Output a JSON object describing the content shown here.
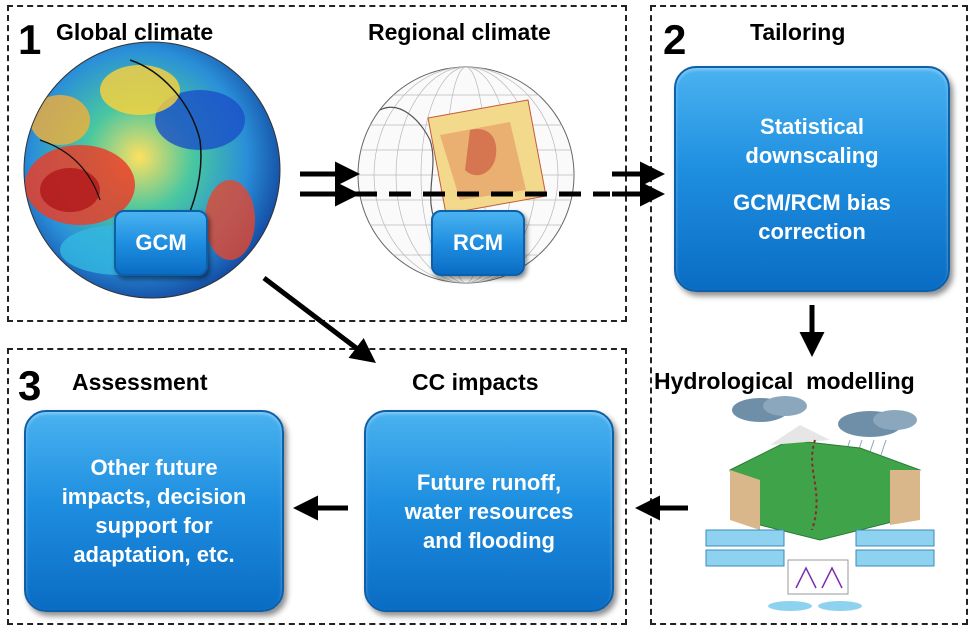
{
  "panels": {
    "p1": {
      "number": "1",
      "left_title": "Global climate",
      "right_title": "Regional climate",
      "gcm_badge": "GCM",
      "rcm_badge": "RCM"
    },
    "p2": {
      "number": "2",
      "title": "Tailoring",
      "box_lines": [
        "Statistical",
        "downscaling",
        "",
        "GCM/RCM bias",
        "correction"
      ],
      "hydro_title": "Hydrological  modelling"
    },
    "p3": {
      "number": "3",
      "title": "Assessment",
      "impacts_title": "CC impacts",
      "impacts_lines": [
        "Future runoff,",
        "water resources",
        "and flooding"
      ],
      "assess_lines": [
        "Other future",
        "impacts, decision",
        "support for",
        "adaptation, etc."
      ]
    }
  },
  "colors": {
    "box_blue": "#1f8fe0",
    "box_border": "#0d5fa8",
    "dash": "#222222"
  }
}
